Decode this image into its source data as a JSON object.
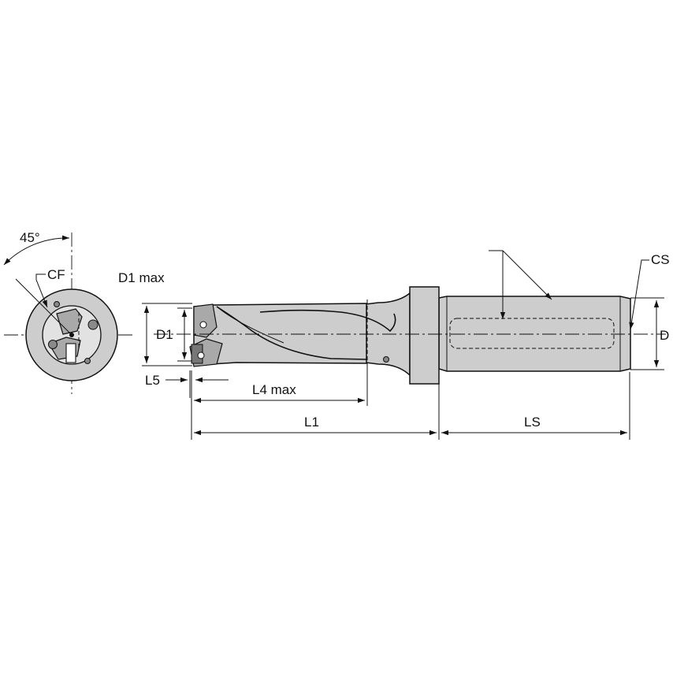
{
  "labels": {
    "angle": "45°",
    "cf": "CF",
    "d1_max": "D1 max",
    "d1": "D1",
    "l5": "L5",
    "l4_max": "L4 max",
    "l1": "L1",
    "ls": "LS",
    "cs": "CS",
    "d": "D"
  }
}
